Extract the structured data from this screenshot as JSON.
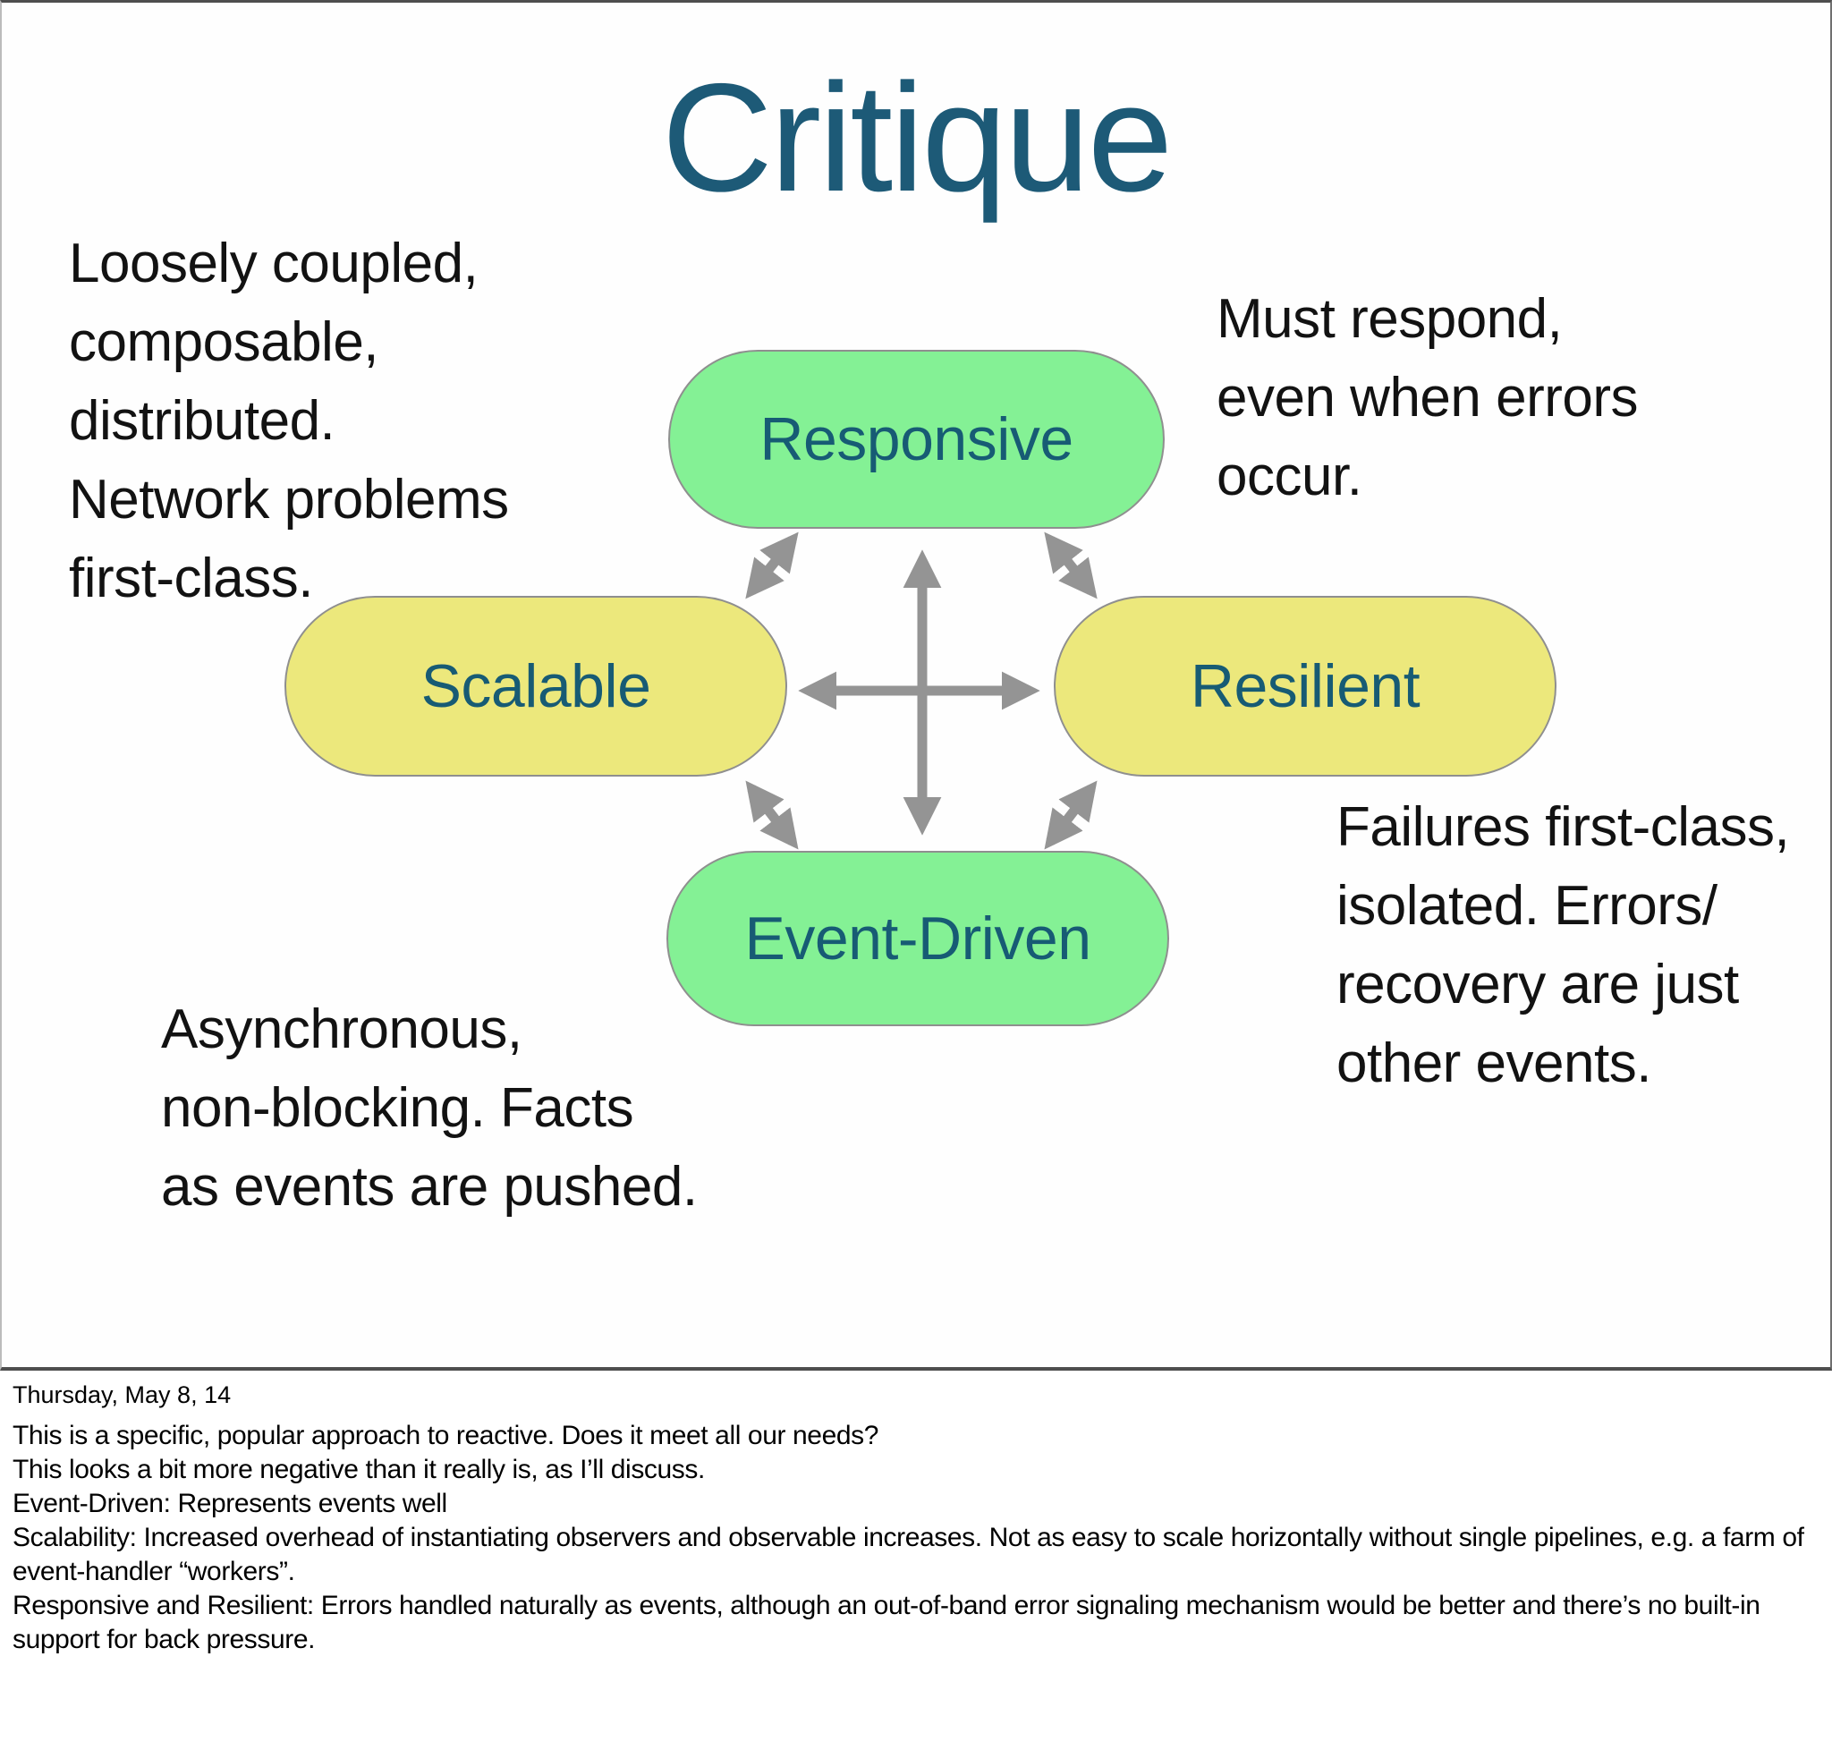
{
  "slide": {
    "title": "Critique",
    "annotations": {
      "top_left": "Loosely coupled,\ncomposable,\ndistributed.\nNetwork problems\nfirst-class.",
      "top_right": "Must respond,\neven when errors\noccur.",
      "bottom_left": "Asynchronous,\nnon-blocking. Facts\nas events are pushed.",
      "bottom_right": "Failures first-class,\nisolated. Errors/\nrecovery are just\nother events."
    },
    "diagram": {
      "nodes": [
        {
          "id": "responsive",
          "label": "Responsive",
          "fill": "#84f195"
        },
        {
          "id": "scalable",
          "label": "Scalable",
          "fill": "#ece87c"
        },
        {
          "id": "resilient",
          "label": "Resilient",
          "fill": "#ece87c"
        },
        {
          "id": "event_driven",
          "label": "Event-Driven",
          "fill": "#84f195"
        }
      ],
      "connections": [
        {
          "from": "Responsive",
          "to": "Event-Driven",
          "bidirectional": true
        },
        {
          "from": "Scalable",
          "to": "Resilient",
          "bidirectional": true
        },
        {
          "from": "Responsive",
          "to": "Scalable",
          "bidirectional": true
        },
        {
          "from": "Responsive",
          "to": "Resilient",
          "bidirectional": true
        },
        {
          "from": "Scalable",
          "to": "Event-Driven",
          "bidirectional": true
        },
        {
          "from": "Resilient",
          "to": "Event-Driven",
          "bidirectional": true
        }
      ],
      "colors": {
        "node_green": "#84f195",
        "node_yellow": "#ece87c",
        "node_border": "#8f8f8f",
        "node_text": "#175b74",
        "title_text": "#1d5a77",
        "arrow": "#949494",
        "annotation_text": "#121212"
      }
    }
  },
  "notes_panel": {
    "date": "Thursday, May 8, 14",
    "notes": [
      "This is a specific, popular approach to reactive. Does it meet all our needs?",
      "This looks a bit more negative than it really is, as I’ll discuss.",
      "Event-Driven: Represents events well",
      "Scalability: Increased overhead of instantiating observers and observable increases. Not as easy to scale horizontally without single pipelines, e.g. a farm of event-handler “workers”.",
      "Responsive and Resilient: Errors handled naturally as events, although an out-of-band error signaling mechanism would be better and there’s no built-in support for back pressure."
    ]
  }
}
